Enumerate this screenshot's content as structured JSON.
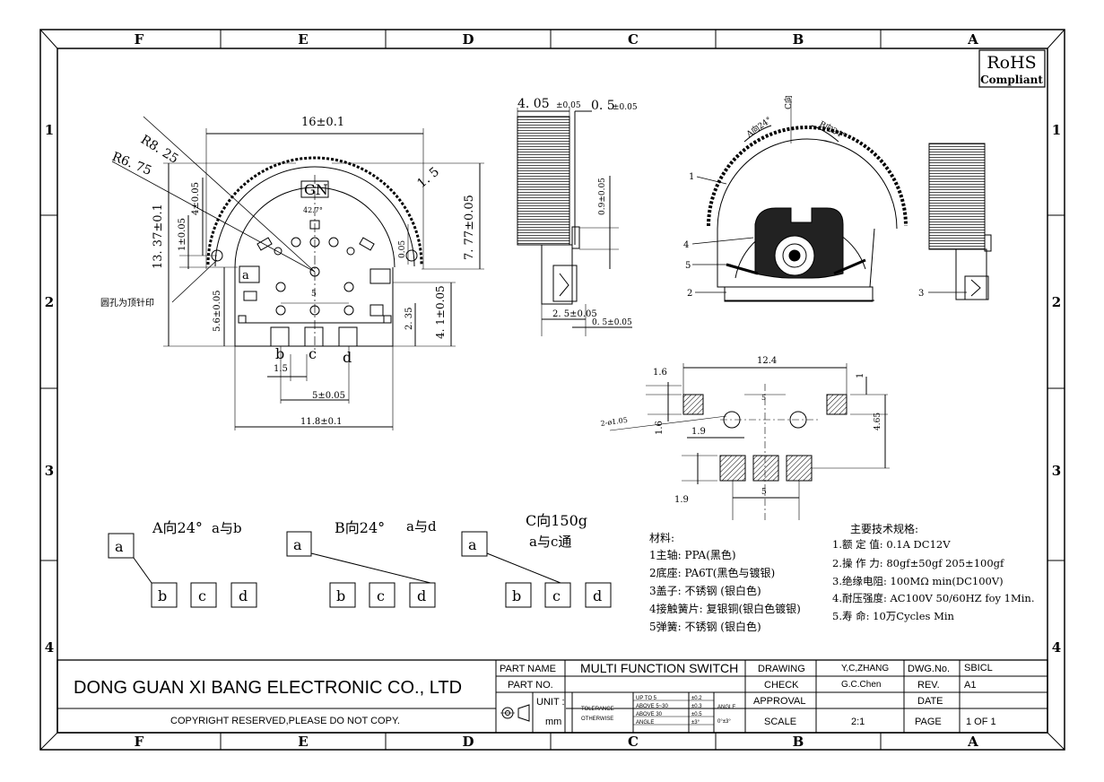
{
  "zones": {
    "top": [
      "F",
      "E",
      "D",
      "C",
      "B",
      "A"
    ],
    "side": [
      "1",
      "2",
      "3",
      "4"
    ]
  },
  "rohs": {
    "line1": "RoHS",
    "line2": "Compliant"
  },
  "front_view": {
    "dim_width": "16±0.1",
    "r_outer": "R8. 25",
    "r_inner": "R6. 75",
    "dim_15": "1. 5",
    "dim_777": "7. 77±0.05",
    "dim_1337": "13. 37±0.1",
    "dim_4": "4±0.05",
    "dim_1": "1±0.05",
    "dim_56": "5.6±0.05",
    "dim_235": "2. 35",
    "dim_41": "4. 1±0.05",
    "dim_005": "0.05",
    "dim_5_small": "5",
    "dim_15b": "1.5",
    "dim_5b": "5±0.05",
    "dim_118": "11.8±0.1",
    "mark_gn": "GN",
    "angle": "42.7°",
    "label_a": "a",
    "label_b": "b",
    "label_c": "c",
    "label_d": "d",
    "note_hole": "圆孔为顶针印"
  },
  "side_view": {
    "dim_405": "4. 05",
    "tol_405": "±0.05",
    "dim_05": "0. 5",
    "tol_05": "±0.05",
    "dim_09": "0.9±0.05",
    "dim_25": "2. 5±0.05",
    "dim_05b": "0. 5±0.05"
  },
  "iso_view": {
    "dir_a": "A向24°",
    "dir_c": "C向",
    "dir_b": "B向24°",
    "callouts": [
      "1",
      "4",
      "5",
      "2",
      "3"
    ]
  },
  "pcb_layout": {
    "dim_124": "12.4",
    "dim_16a": "1.6",
    "dim_1": "1",
    "dim_5a": "5",
    "hole": "2-ø1.05",
    "dim_16b": "1.6",
    "dim_19a": "1.9",
    "dim_465": "4.65",
    "dim_19b": "1.9",
    "dim_5b": "5"
  },
  "switch_states": [
    {
      "title": "A向24°",
      "subtitle": "a与b",
      "pins": [
        "a",
        "b",
        "c",
        "d"
      ]
    },
    {
      "title": "B向24°",
      "subtitle": "a与d",
      "pins": [
        "a",
        "b",
        "c",
        "d"
      ]
    },
    {
      "title": "C向150g",
      "subtitle": "a与c通",
      "pins": [
        "a",
        "b",
        "c",
        "d"
      ]
    }
  ],
  "materials": {
    "heading": "材料:",
    "items": [
      "1主轴: PPA(黑色)",
      "2底座: PA6T(黑色与镀银)",
      "3盖子: 不锈钢 (银白色)",
      "4接触簧片: 复银铜(银白色镀银)",
      "5弹簧: 不锈钢 (银白色)"
    ]
  },
  "specs": {
    "heading": "主要技术规格:",
    "items": [
      "1.额 定 值: 0.1A DC12V",
      "2.操 作 力: 80gf±50gf 205±100gf",
      "3.绝缘电阻: 100MΩ min(DC100V)",
      "4.耐压强度: AC100V 50/60HZ foy 1Min.",
      "5.寿   命: 10万Cycles Min"
    ]
  },
  "title_block": {
    "company": "DONG GUAN XI BANG ELECTRONIC CO., LTD",
    "copyright": "COPYRIGHT RESERVED,PLEASE DO NOT COPY.",
    "part_name_label": "PART NAME",
    "part_name": "MULTI FUNCTION SWITCH",
    "part_no_label": "PART NO.",
    "part_no": "",
    "unit_label": "UNIT :",
    "unit": "mm",
    "tolerance_label": "TOLERANCE",
    "otherwise_label": "OTHERWISE",
    "tol_upto": "UP TO 5",
    "tol_upto_v": "±0.2",
    "tol_above1": "ABOVE 5~30",
    "tol_above1_v": "±0.3",
    "tol_above2": "ABOVE 30",
    "tol_above2_v": "±0.5",
    "angle_label": "ANGLE",
    "angle_label2": "ANGLE",
    "angle_v": "±3°",
    "angle_v2": "0°±3°",
    "drawing_label": "DRAWING",
    "drawing": "Y,C,ZHANG",
    "check_label": "CHECK",
    "check": "G.C.Chen",
    "approval_label": "APPROVAL",
    "approval": "",
    "scale_label": "SCALE",
    "scale": "2:1",
    "dwg_no_label": "DWG.No.",
    "dwg_no": "SBICL",
    "rev_label": "REV.",
    "rev": "A1",
    "date_label": "DATE",
    "date": "",
    "page_label": "PAGE",
    "page": "1 OF 1"
  }
}
